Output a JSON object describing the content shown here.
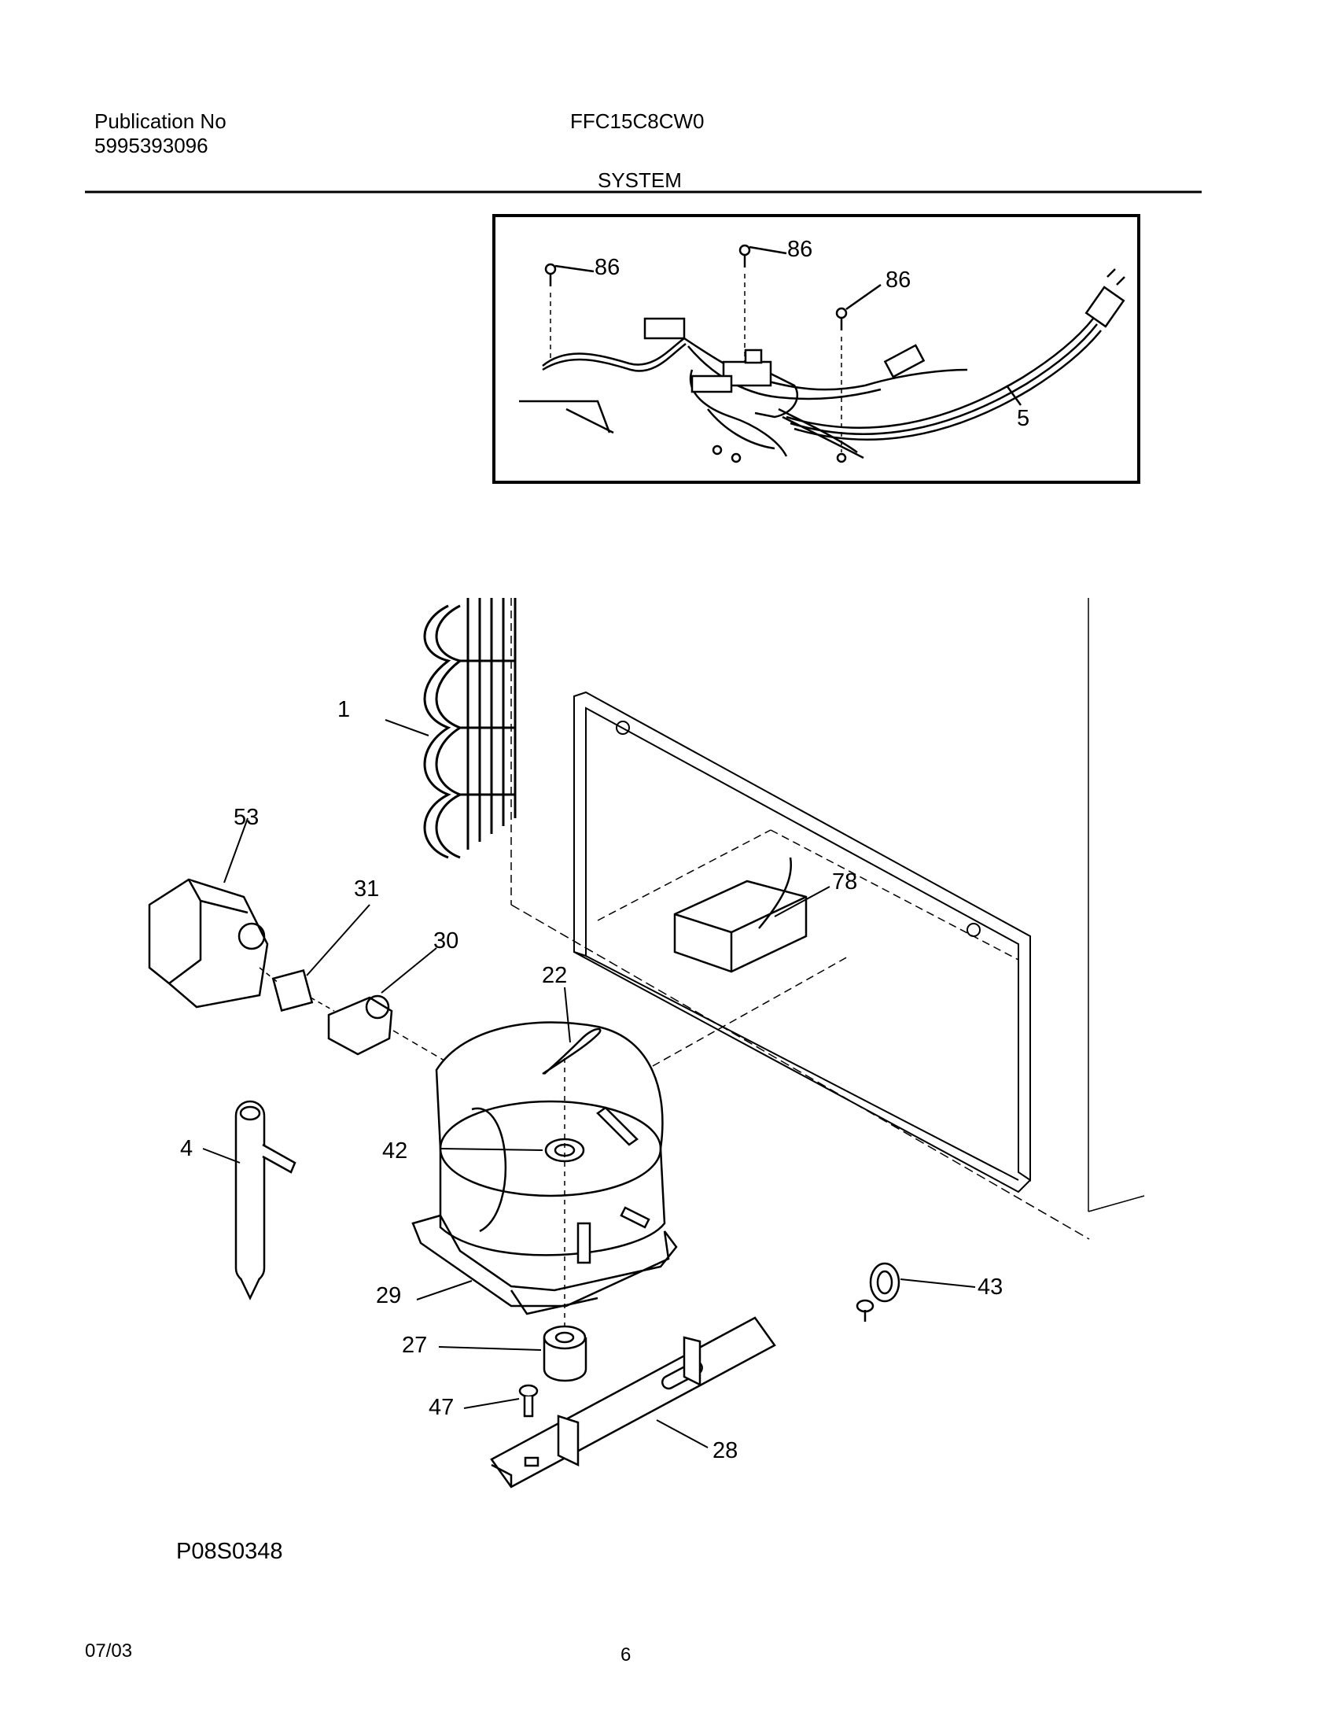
{
  "header": {
    "publication_label": "Publication No",
    "publication_number": "5995393096",
    "model": "FFC15C8CW0",
    "section": "SYSTEM"
  },
  "inset": {
    "labels": [
      "86",
      "86",
      "86",
      "5"
    ]
  },
  "main": {
    "labels": [
      "1",
      "53",
      "31",
      "30",
      "22",
      "4",
      "42",
      "29",
      "27",
      "47",
      "28",
      "43",
      "78"
    ]
  },
  "footer": {
    "figure_code": "P08S0348",
    "date": "07/03",
    "page": "6"
  }
}
